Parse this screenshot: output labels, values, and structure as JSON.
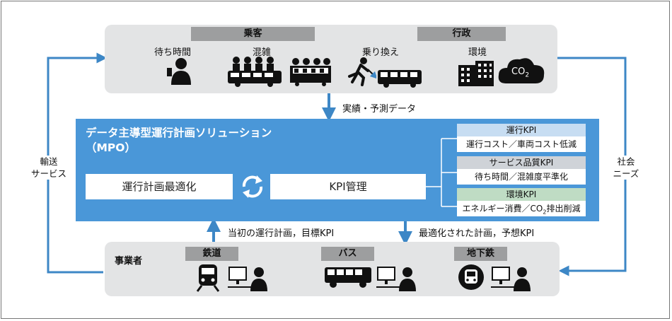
{
  "passenger_panel": {
    "header_left": "乗客",
    "header_right": "行政",
    "waiting_time": "待ち時間",
    "congestion": "混雑",
    "transfer": "乗り換え",
    "environment": "環境",
    "co2": "CO",
    "co2_sub": "2"
  },
  "arrow_down_label": "実績・予測データ",
  "solution": {
    "title_line1": "データ主導型運行計画ソリューション",
    "title_line2": "（MPO）",
    "optimize_box": "運行計画最適化",
    "kpi_box": "KPI管理"
  },
  "kpis": [
    {
      "head": "運行KPI",
      "body": "運行コスト／車両コスト低減",
      "head_color": "#c7ddf2"
    },
    {
      "head": "サービス品質KPI",
      "body": "待ち時間／混雑度平準化",
      "head_color": "#cfd3d8"
    },
    {
      "head": "環境KPI",
      "body": "エネルギー消費／CO",
      "body_sub": "2",
      "body_tail": "排出削減",
      "head_color": "#bfdcc4"
    }
  ],
  "up_arrow_label": "当初の運行計画，目標KPI",
  "down_arrow_label": "最適化された計画，予想KPI",
  "operator_panel": {
    "label": "事業者",
    "rail": "鉄道",
    "bus": "バス",
    "subway": "地下鉄"
  },
  "left_side_label": [
    "輸送",
    "サービス"
  ],
  "right_side_label": [
    "社会",
    "ニーズ"
  ],
  "colors": {
    "accent_blue": "#4a97d8",
    "arrow_blue": "#3d87c6",
    "panel_gray": "#e3e4e5",
    "header_gray": "#9d9e9f"
  }
}
